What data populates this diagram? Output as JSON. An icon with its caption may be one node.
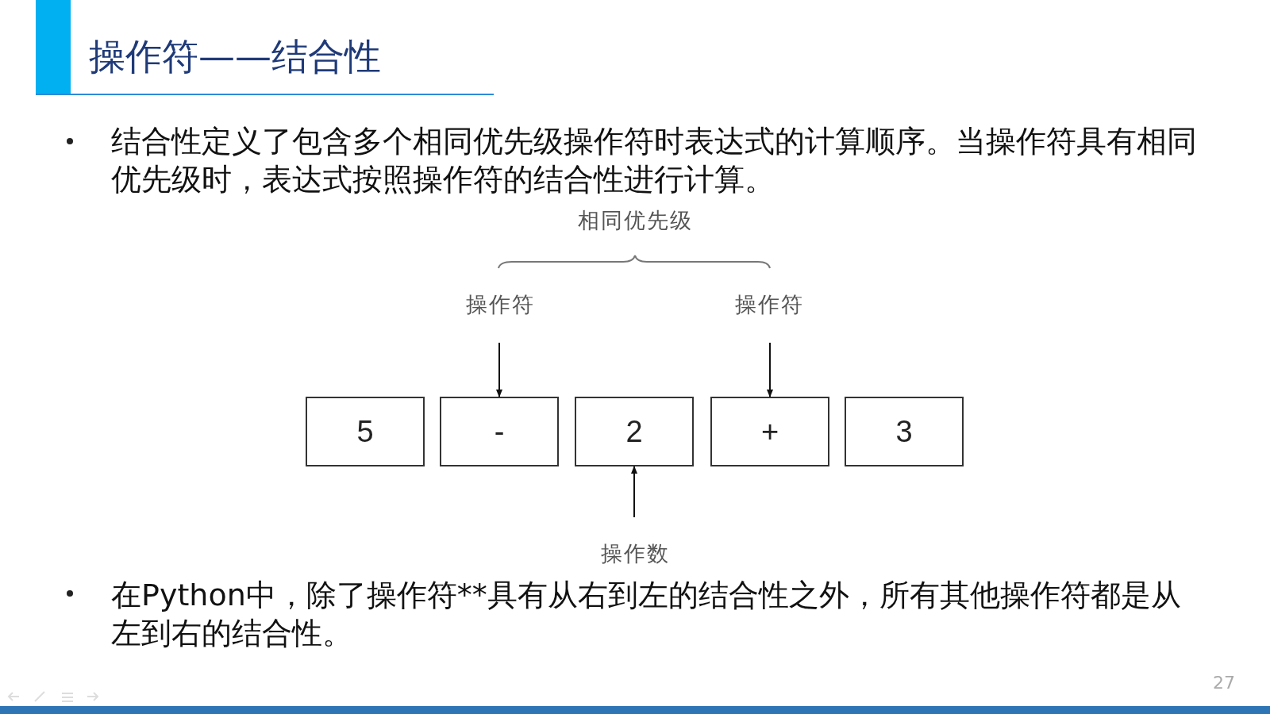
{
  "diagram": {
    "title": "操作符——结合性",
    "nodes": [
      {
        "text": [
          "5"
        ]
      },
      {
        "text": [
          "-"
        ]
      },
      {
        "text": [
          "2"
        ]
      },
      {
        "text": [
          "+"
        ]
      },
      {
        "text": [
          "3"
        ]
      },
      {
        "text": [
          "操作符"
        ]
      },
      {
        "text": [
          "操作符"
        ]
      },
      {
        "text": [
          "操作数"
        ]
      }
    ],
    "edges": [
      {
        "from": 5,
        "to": 1,
        "arrow": "to"
      },
      {
        "from": 6,
        "to": 3,
        "arrow": "to"
      },
      {
        "from": 7,
        "to": 2,
        "arrow": "to"
      }
    ],
    "labels": [
      "结合性定义了包含多个相同优先级操作符时表达式的计算顺序。当操作符具有相同优先级时，表达式按照操作符的结合性进行计算。",
      "相同优先级",
      "在Python中，除了操作符**具有从右到左的结合性之外，所有其他操作符都是从左到右的结合性。",
      "27"
    ]
  }
}
